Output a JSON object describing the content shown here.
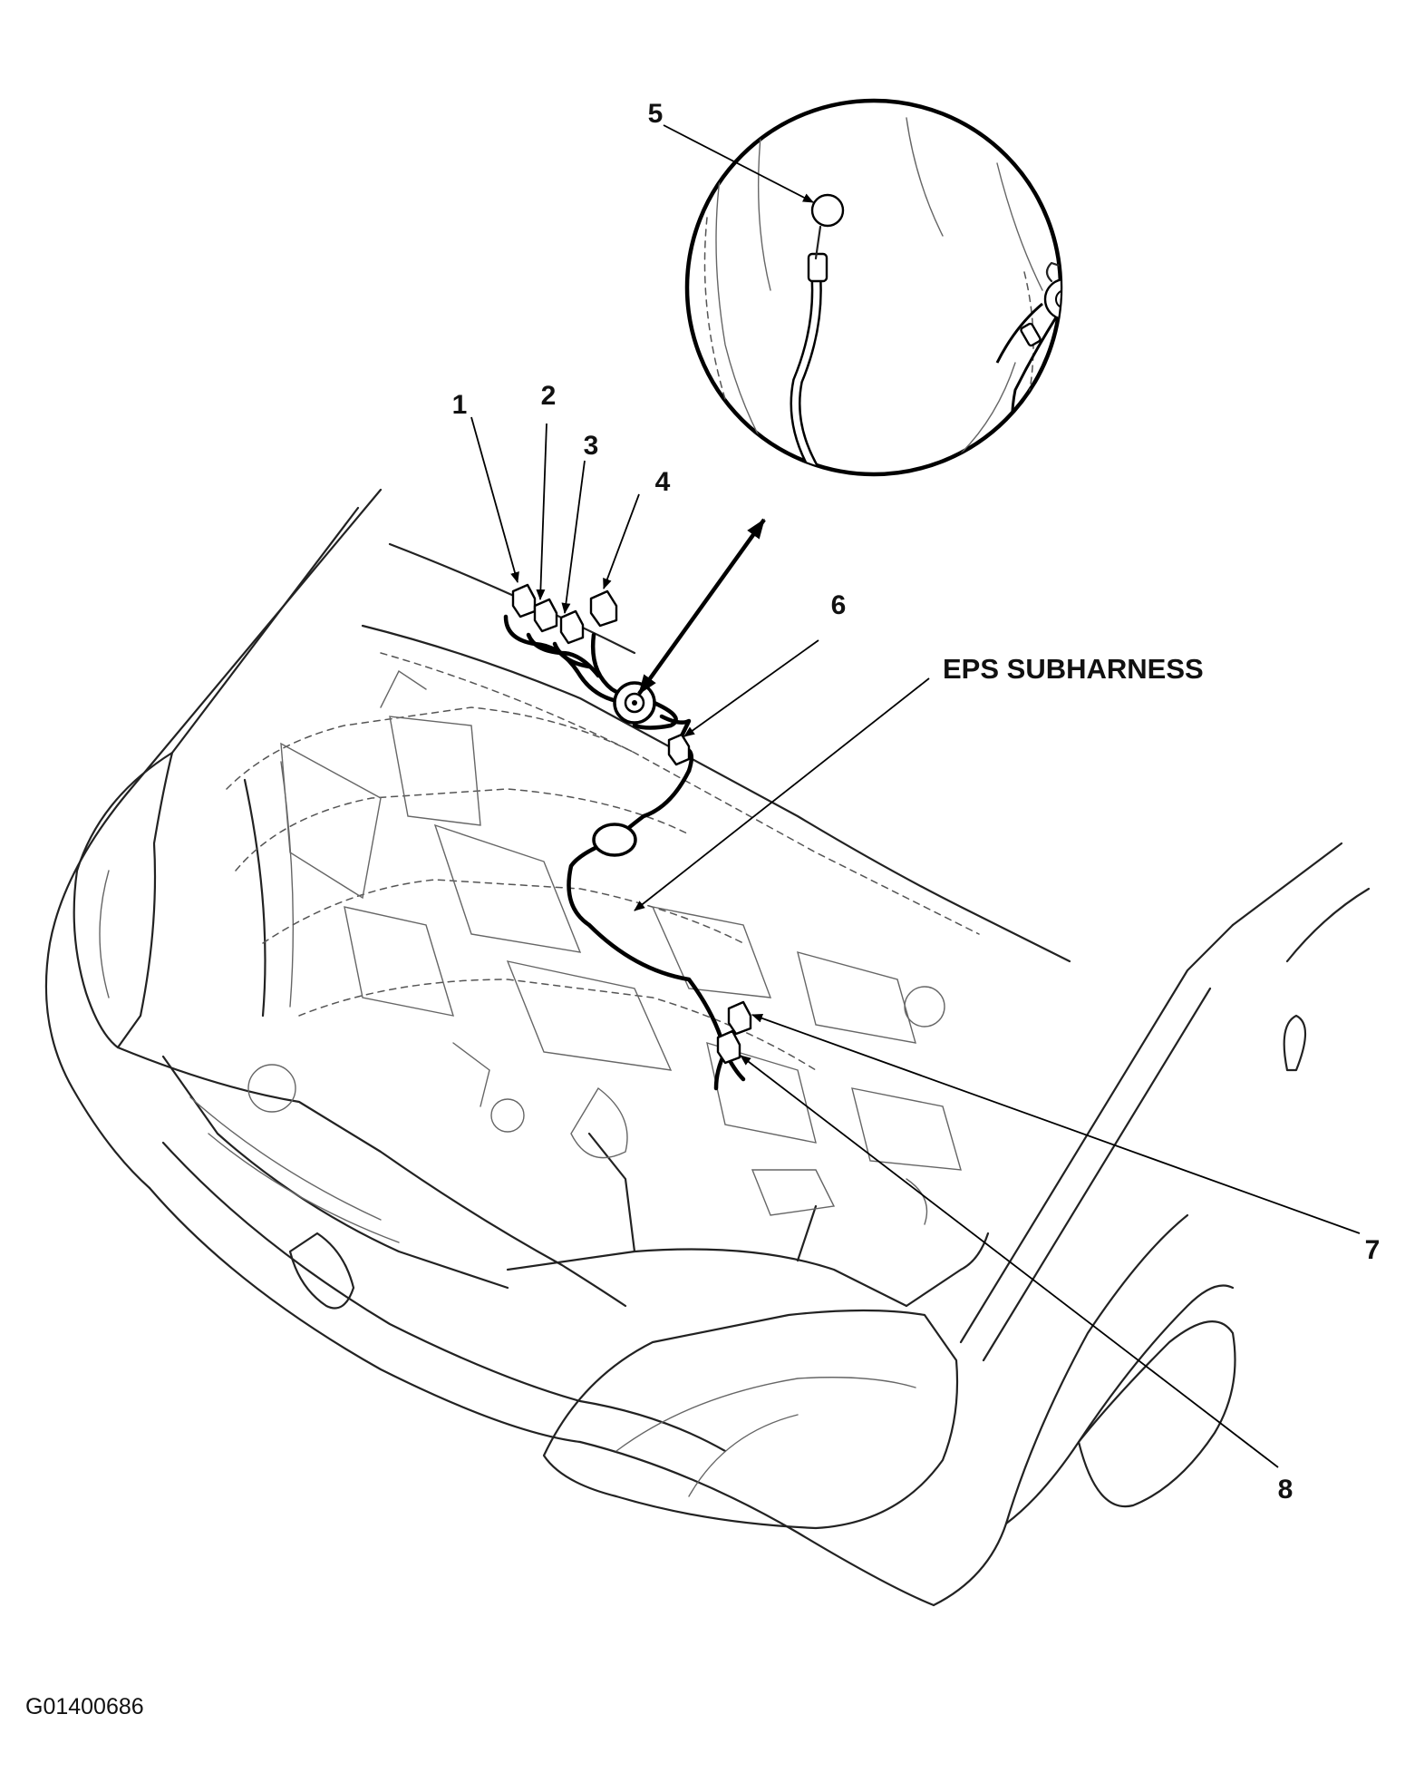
{
  "callouts": {
    "c1": "1",
    "c2": "2",
    "c3": "3",
    "c4": "4",
    "c5": "5",
    "c6": "6",
    "c7": "7",
    "c8": "8"
  },
  "harness_label": "EPS SUBHARNESS",
  "figure_code": "G01400686",
  "icons": [
    "connector-icon",
    "grommet-icon",
    "ground-terminal-icon",
    "arrow-icon"
  ]
}
